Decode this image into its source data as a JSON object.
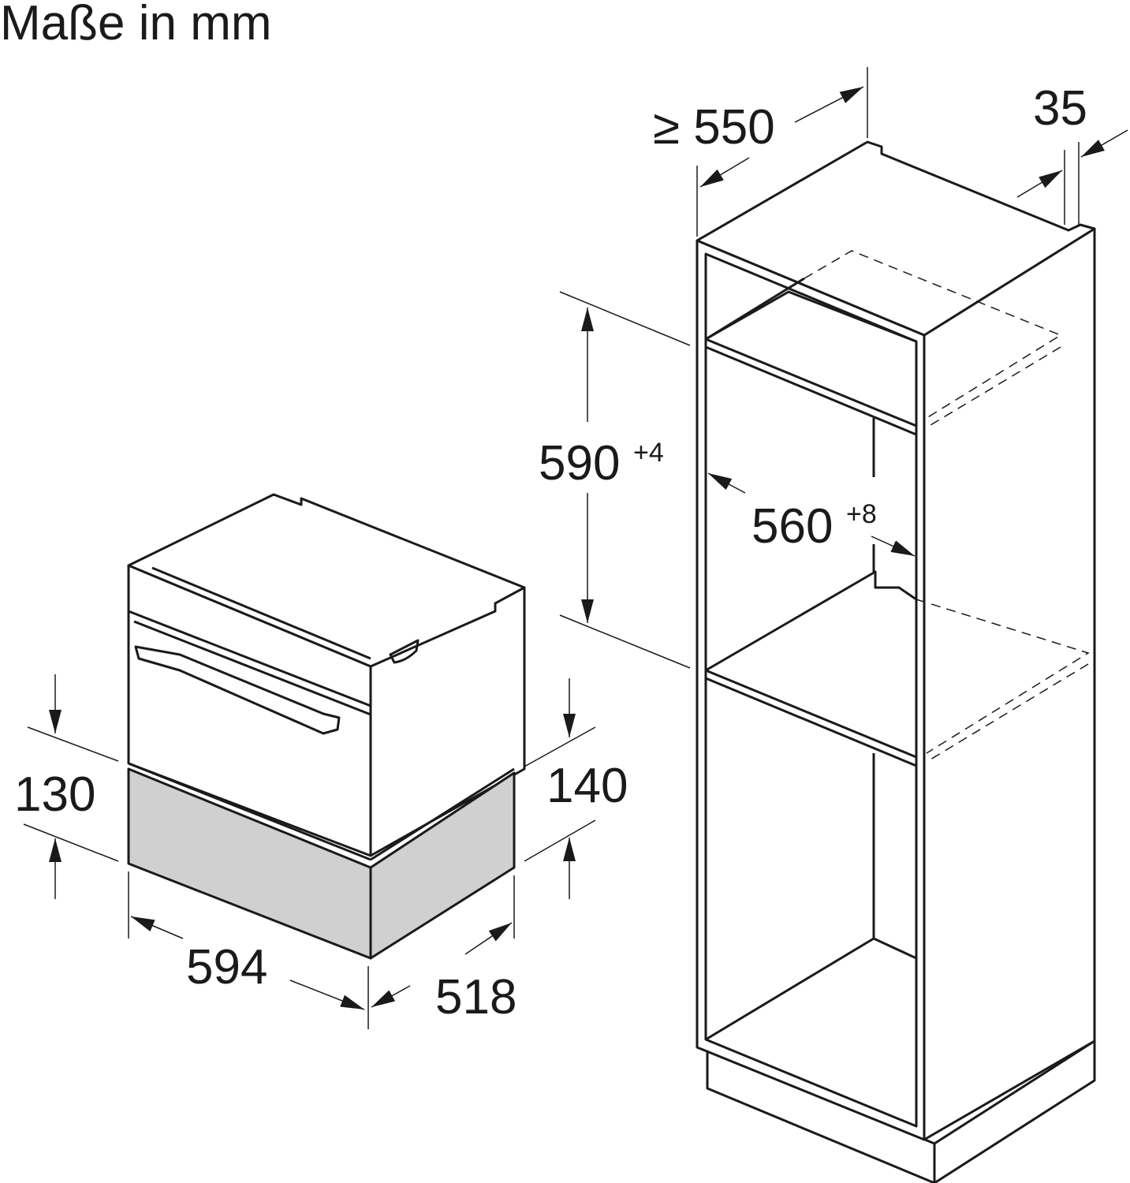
{
  "title": "Maße in mm",
  "dimensions": {
    "cabinet_depth": "≥ 550",
    "panel_thickness": "35",
    "niche_height": "590",
    "niche_height_tol": "+4",
    "niche_width": "560",
    "niche_width_tol": "+8",
    "drawer_height_front": "130",
    "drawer_height_side": "140",
    "width": "594",
    "depth": "518"
  },
  "colors": {
    "line": "#1a1a1a",
    "drawer_fill": "#d0d0d0"
  }
}
